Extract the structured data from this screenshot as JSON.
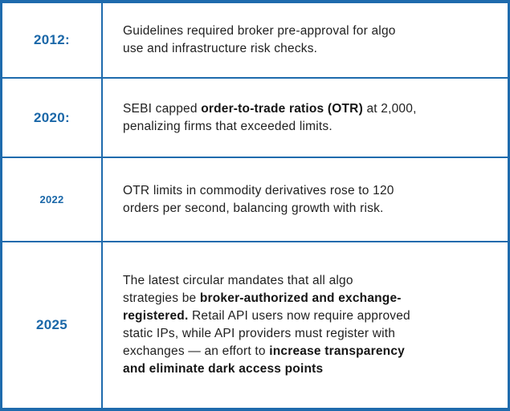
{
  "table": {
    "colors": {
      "border": "#1e6bad",
      "year_text": "#1a67a8",
      "body_text": "#212121",
      "background": "#ffffff"
    },
    "rows": [
      {
        "year": "2012:",
        "segments": [
          {
            "text": "Guidelines required broker pre-approval for algo\nuse and infrastructure risk checks.",
            "bold": false
          }
        ]
      },
      {
        "year": "2020:",
        "segments": [
          {
            "text": "SEBI capped ",
            "bold": false
          },
          {
            "text": "order-to-trade ratios (OTR)",
            "bold": true
          },
          {
            "text": " at 2,000,\npenalizing firms that exceeded limits.",
            "bold": false
          }
        ]
      },
      {
        "year": "2022",
        "segments": [
          {
            "text": "OTR limits in commodity derivatives rose to 120\norders per second, balancing growth with risk.",
            "bold": false
          }
        ]
      },
      {
        "year": "2025",
        "segments": [
          {
            "text": "The latest circular mandates that all algo\nstrategies be ",
            "bold": false
          },
          {
            "text": "broker-authorized and exchange-\nregistered.",
            "bold": true
          },
          {
            "text": " Retail API users now require approved\nstatic IPs, while API providers must register with\nexchanges — an effort to ",
            "bold": false
          },
          {
            "text": "increase transparency\nand eliminate dark access points",
            "bold": true
          }
        ]
      }
    ]
  }
}
